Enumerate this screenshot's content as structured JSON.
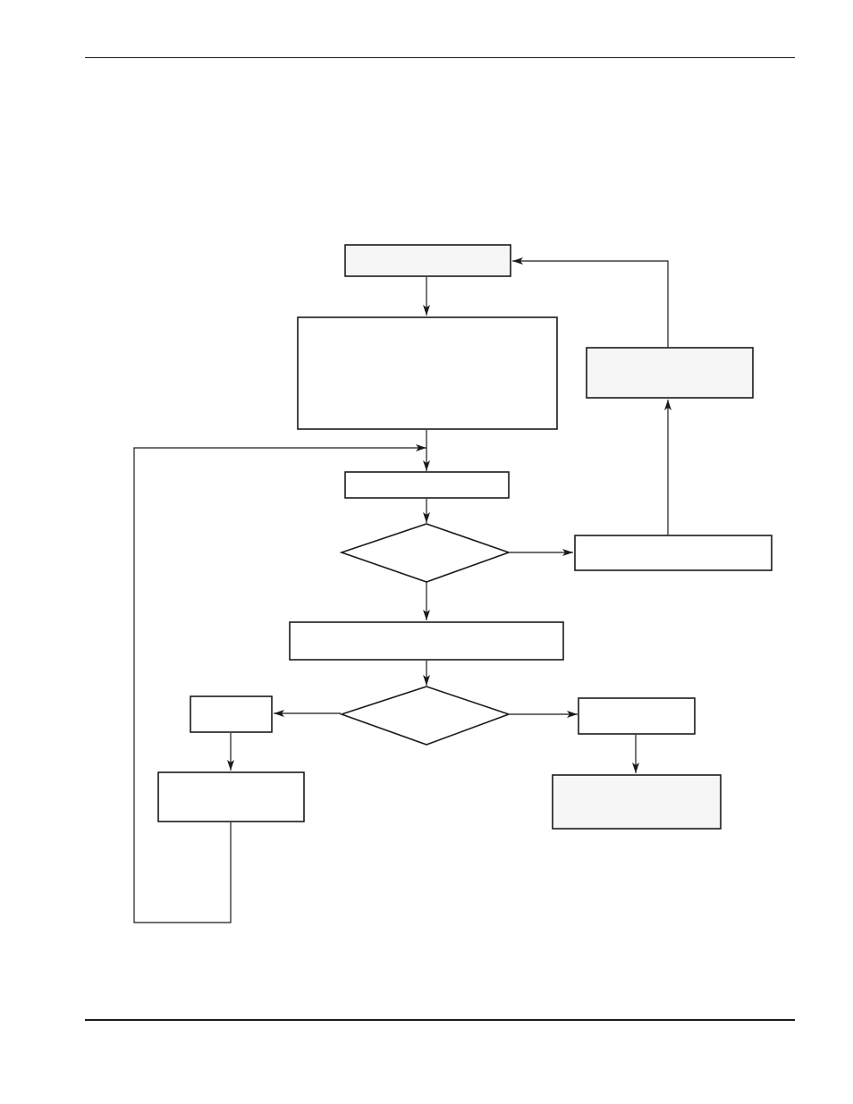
{
  "diagram": {
    "type": "flowchart",
    "nodes": [
      {
        "id": "start-box",
        "shape": "rect",
        "shaded": true,
        "label": ""
      },
      {
        "id": "process-box-large",
        "shape": "rect",
        "shaded": false,
        "label": ""
      },
      {
        "id": "step-box",
        "shape": "rect",
        "shaded": false,
        "label": ""
      },
      {
        "id": "decision-1",
        "shape": "diamond",
        "label": ""
      },
      {
        "id": "branch-right-box",
        "shape": "rect",
        "shaded": false,
        "label": ""
      },
      {
        "id": "feedback-box",
        "shape": "rect",
        "shaded": true,
        "label": ""
      },
      {
        "id": "wide-process-box",
        "shape": "rect",
        "shaded": false,
        "label": ""
      },
      {
        "id": "decision-2",
        "shape": "diamond",
        "label": ""
      },
      {
        "id": "left-small-box",
        "shape": "rect",
        "shaded": false,
        "label": ""
      },
      {
        "id": "left-process-box",
        "shape": "rect",
        "shaded": false,
        "label": ""
      },
      {
        "id": "right-small-box",
        "shape": "rect",
        "shaded": false,
        "label": ""
      },
      {
        "id": "end-box",
        "shape": "rect",
        "shaded": true,
        "label": ""
      }
    ],
    "edges": [
      {
        "from": "start-box",
        "to": "process-box-large"
      },
      {
        "from": "process-box-large",
        "to": "step-box"
      },
      {
        "from": "step-box",
        "to": "decision-1"
      },
      {
        "from": "decision-1",
        "to": "wide-process-box"
      },
      {
        "from": "decision-1",
        "to": "branch-right-box"
      },
      {
        "from": "branch-right-box",
        "to": "feedback-box"
      },
      {
        "from": "feedback-box",
        "to": "start-box"
      },
      {
        "from": "wide-process-box",
        "to": "decision-2"
      },
      {
        "from": "decision-2",
        "to": "left-small-box"
      },
      {
        "from": "decision-2",
        "to": "right-small-box"
      },
      {
        "from": "left-small-box",
        "to": "left-process-box"
      },
      {
        "from": "left-process-box",
        "to": "step-box"
      },
      {
        "from": "right-small-box",
        "to": "end-box"
      }
    ]
  }
}
